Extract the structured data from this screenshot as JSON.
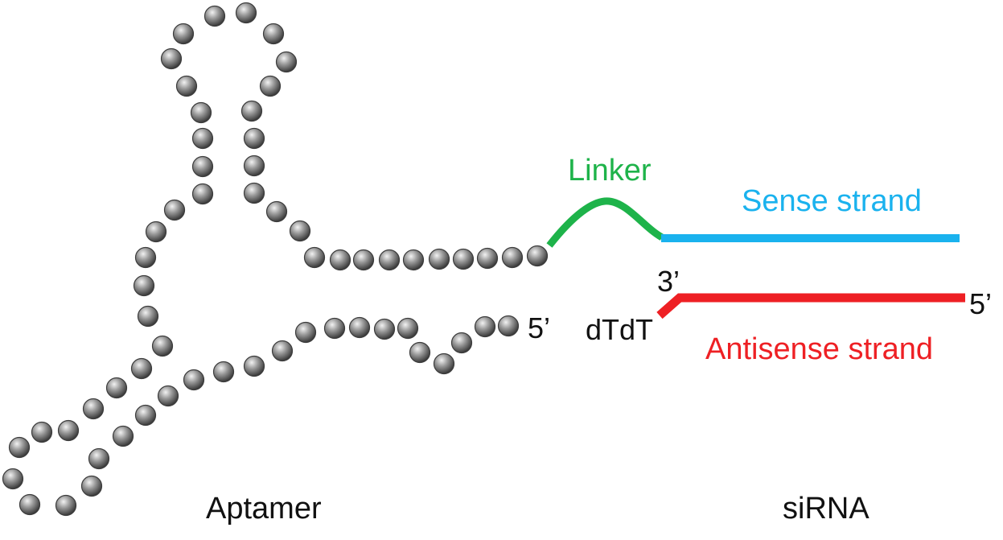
{
  "labels": {
    "linker": "Linker",
    "sense": "Sense strand",
    "three_prime": "3’",
    "five_prime_right": "5’",
    "five_prime_aptamer": "5’",
    "dtdt": "dTdT",
    "antisense": "Antisense strand",
    "aptamer": "Aptamer",
    "sirna": "siRNA"
  },
  "colors": {
    "linker": "#1eb34a",
    "sense": "#1ab2ee",
    "antisense": "#ee2024",
    "nucleotide": "#7a7a7a",
    "text": "#111111"
  }
}
